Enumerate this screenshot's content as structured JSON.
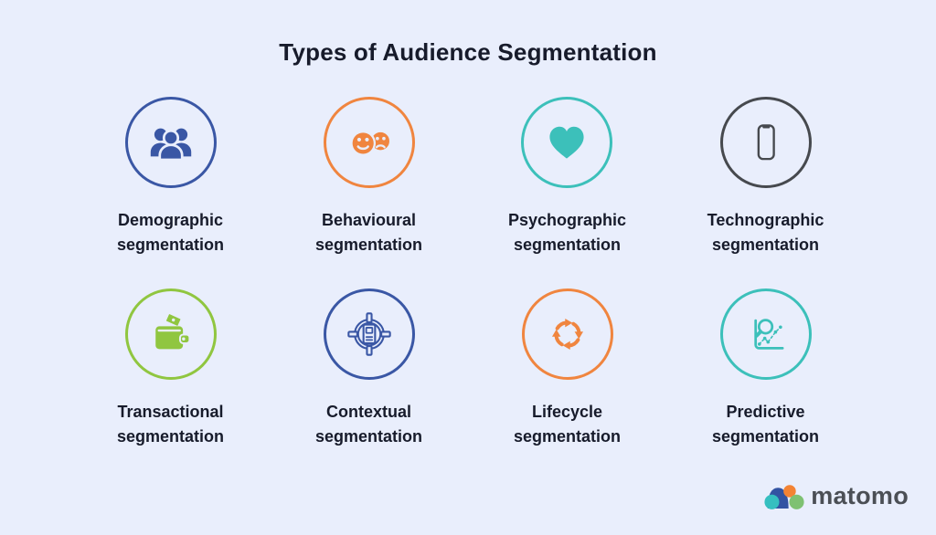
{
  "title": "Types of Audience Segmentation",
  "background_color": "#e9eefc",
  "text_color": "#171b2b",
  "grid": {
    "items": [
      {
        "label_top": "Demographic",
        "label_bottom": "segmentation",
        "color": "#3a57a5",
        "icon": "people-group-icon"
      },
      {
        "label_top": "Behavioural",
        "label_bottom": "segmentation",
        "color": "#f0853f",
        "icon": "happy-sad-faces-icon"
      },
      {
        "label_top": "Psychographic",
        "label_bottom": "segmentation",
        "color": "#3cc0ba",
        "icon": "heart-icon"
      },
      {
        "label_top": "Technographic",
        "label_bottom": "segmentation",
        "color": "#46494e",
        "icon": "smartphone-icon"
      },
      {
        "label_top": "Transactional",
        "label_bottom": "segmentation",
        "color": "#90c640",
        "icon": "wallet-icon"
      },
      {
        "label_top": "Contextual",
        "label_bottom": "segmentation",
        "color": "#3a57a5",
        "icon": "target-document-icon"
      },
      {
        "label_top": "Lifecycle",
        "label_bottom": "segmentation",
        "color": "#f0853f",
        "icon": "cycle-arrows-icon"
      },
      {
        "label_top": "Predictive",
        "label_bottom": "segmentation",
        "color": "#3cc0ba",
        "icon": "chart-magnifier-icon"
      }
    ]
  },
  "footer": {
    "brand_name": "matomo",
    "brand_color": "#4b4f55",
    "logo_colors": {
      "teal": "#35bfc0",
      "blue": "#3253a2",
      "orange": "#f38334",
      "green": "#7ec172"
    }
  }
}
